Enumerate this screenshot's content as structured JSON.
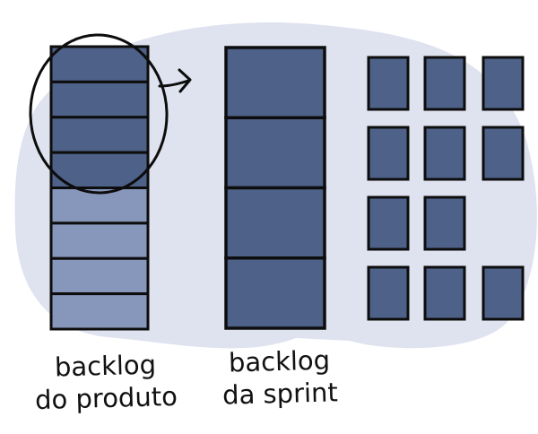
{
  "colors": {
    "background_blob": "#dfe2ef",
    "selected_item": "#4e6188",
    "unselected_item": "#8796bb",
    "outline": "#0d0d0d"
  },
  "product_backlog": {
    "label_line1": "backlog",
    "label_line2": "do produto",
    "total_items": 8,
    "selected_items": 4
  },
  "sprint_backlog": {
    "label_line1": "backlog",
    "label_line2": "da sprint",
    "items": 4
  },
  "tasks": {
    "rows": [
      3,
      3,
      2,
      3
    ]
  },
  "icons": {
    "selection": "selection-ellipse-icon",
    "move": "arrow-right-icon"
  }
}
